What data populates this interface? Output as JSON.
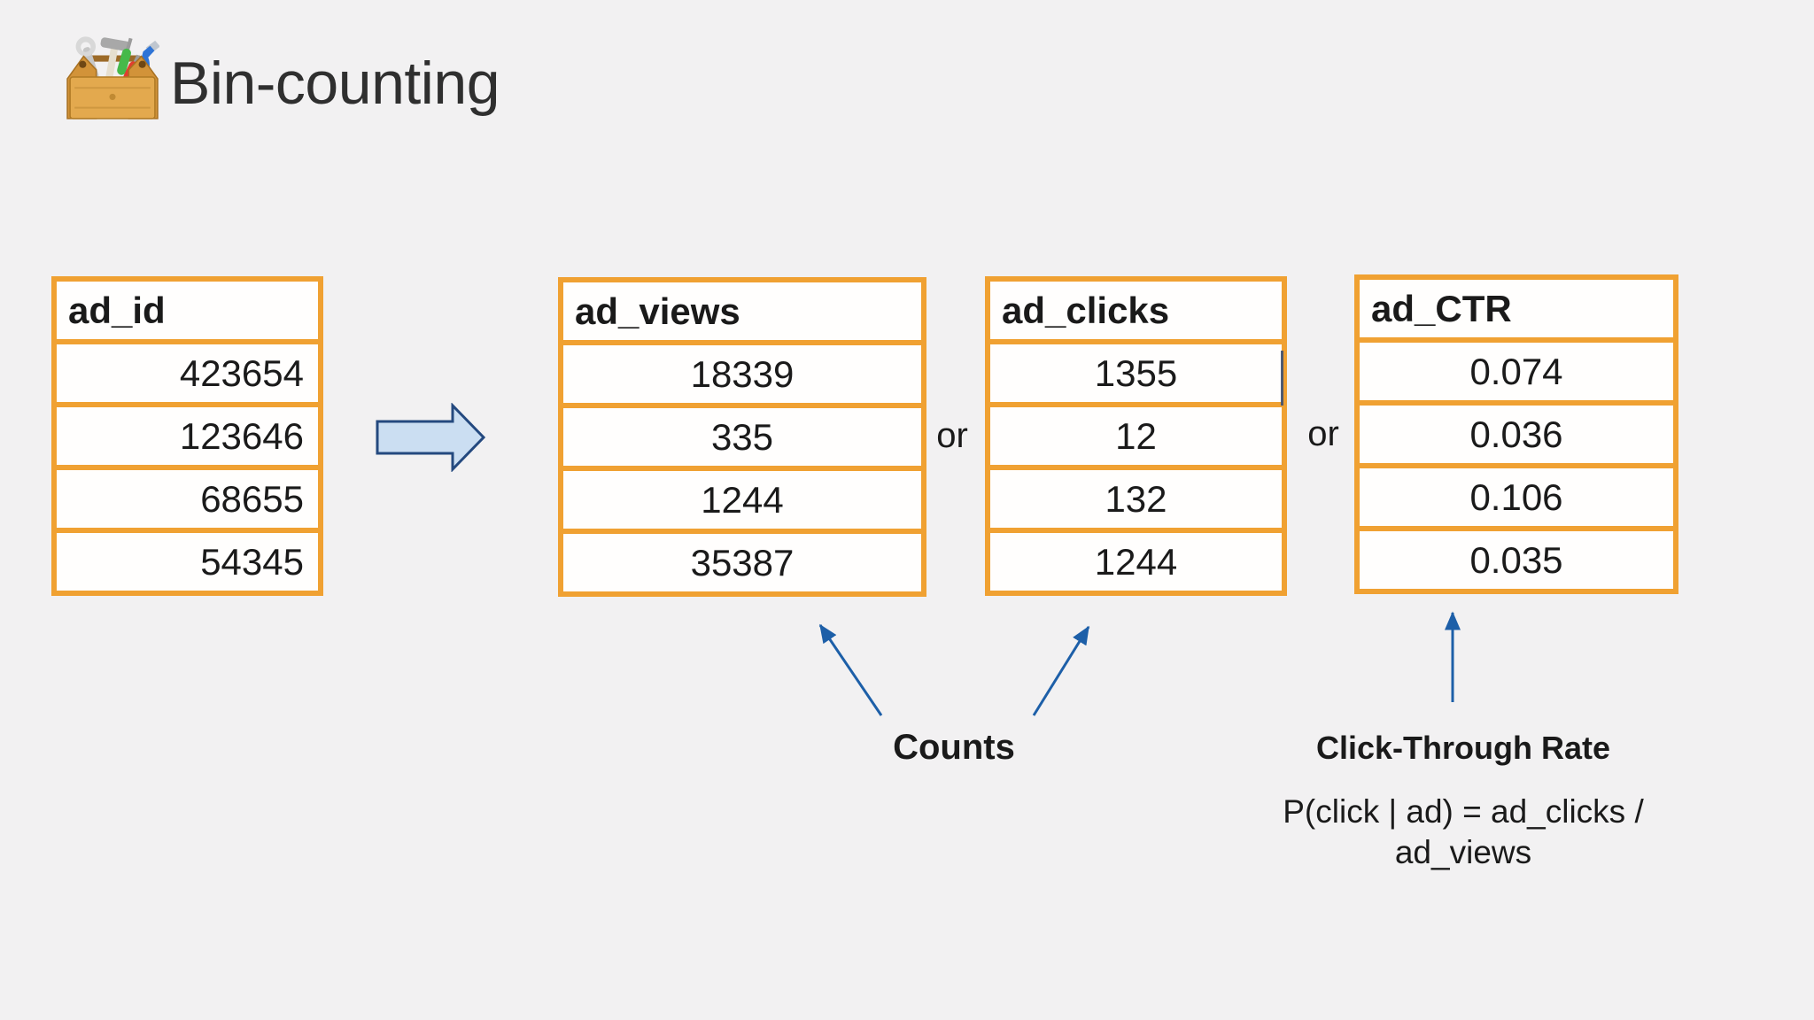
{
  "slide": {
    "title": "Bin-counting",
    "title_icon": "toolbox-icon"
  },
  "tables": [
    {
      "header": "ad_id",
      "values": [
        "423654",
        "123646",
        "68655",
        "54345"
      ]
    },
    {
      "header": "ad_views",
      "values": [
        "18339",
        "335",
        "1244",
        "35387"
      ]
    },
    {
      "header": "ad_clicks",
      "values": [
        "1355",
        "12",
        "132",
        "1244"
      ]
    },
    {
      "header": "ad_CTR",
      "values": [
        "0.074",
        "0.036",
        "0.106",
        "0.035"
      ]
    }
  ],
  "labels": {
    "or_1": "or",
    "or_2": "or",
    "counts": "Counts",
    "ctr_title": "Click-Through Rate",
    "ctr_formula": "P(click | ad) = ad_clicks / ad_views"
  },
  "icons": [
    "toolbox-icon",
    "block-arrow-right-icon",
    "arrow-up-left-icon",
    "arrow-up-right-icon",
    "arrow-up-icon"
  ],
  "colors": {
    "background": "#F2F1F2",
    "table_border": "#F0A132",
    "cell_background": "#FFFEFD",
    "block_arrow_fill": "#CBDEF2",
    "block_arrow_border": "#24497F",
    "thin_arrow": "#1D5FA8",
    "text": "#1A1A1A",
    "title_text": "#2F2F2F"
  }
}
